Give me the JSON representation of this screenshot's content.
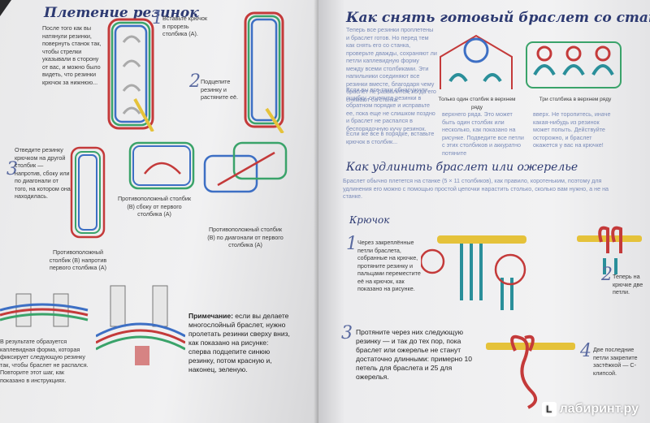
{
  "left_page": {
    "title": "Плетение резинок",
    "intro": "После того как вы натянули резинки, повернуть станок так, чтобы стрелки указывали в сторону от вас, и можно было видеть, что резинки крючок за нижнюю...",
    "step1_number": "1",
    "step1_text": "Вставьте крючок в прорезь столбика (А).",
    "step2_number": "2",
    "step2_text": "Подцепите резинку и растяните её.",
    "step3_number": "3",
    "step3_text": "Отведите резинку крючком на другой столбик — напротив, сбоку или по диагонали от того, на котором она находилась.",
    "label_opposite": "Противоположный столбик (В) напротив первого столбика (А)",
    "label_side": "Противоположный столбик (В) сбоку от первого столбика (А)",
    "label_diagonal": "Противоположный столбик (В) по диагонали от первого столбика (А)",
    "result_text": "В результате образуется каплевидная форма, которая фиксирует следующую резинку так, чтобы браслет не распался. Повторите этот шаг, как показано в инструкциях.",
    "note_label": "Примечание:",
    "note_text": "если вы делаете многослойный браслет, нужно пролетать резинки сверху вниз, как показано на рисунке: сперва подцепите синюю резинку, потом красную и, наконец, зеленую."
  },
  "right_page": {
    "title": "Как снять готовый браслет со станка",
    "text1": "Теперь все резинки проплетены и браслет готов. Но перед тем как снять его со станка, проверьте дважды, сохраняют ли петли каплевидную форму между всеми столбиками. Эти напильники соединяют все резинки вместе, благодаря чему браслет не развалится, когда его снимают со станка.",
    "text2": "Если вы все-таки обнаружили ошибку, отцепите резинки в обратном порядке и исправьте ее, пока еще не слишком поздно и браслет не распался в беспорядочную кучу резинок.",
    "text3": "Если же все в порядке, вставьте крючок в столбик...",
    "caption_one": "Только один столбик в верхнем ряду",
    "caption_three": "Три столбика в верхнем ряду",
    "mid_text_left": "верхнего ряда. Это может быть один столбик или несколько, как показано на рисунке. Подведите все петли с этих столбиков и аккуратно потяните",
    "mid_text_right": "вверх. Не торопитесь, иначе какая-нибудь из резинок может попыть. Действуйте осторожно, и браслет окажется у вас на крючке!",
    "subtitle": "Как удлинить браслет или ожерелье",
    "intro2": "Браслет обычно плетется на станке (5 × 11 столбиков), как правило, коротеньким, поэтому для удлинения его можно с помощью простой цепочки нарастить столько, сколько вам нужно, а не на станке.",
    "hook_heading": "Крючок",
    "h_step1_number": "1",
    "h_step1_text": "Через закреплённые петли браслета, собранные на крючке, протяните резинку и пальцами переместите её на крючок, как показано на рисунке.",
    "h_step2_number": "2",
    "h_step2_text": "Теперь на крючке две петли.",
    "h_step3_number": "3",
    "h_step3_text": "Протяните через них следующую резинку — и так до тех пор, пока браслет или ожерелье не станут достаточно длинными: примерно 10 петель для браслета и 25 для ожерелья.",
    "h_step4_number": "4",
    "h_step4_text": "Две последние петли закрепите застёжкой — С-клипсой."
  },
  "watermark": "лабиринт.ру",
  "watermark_logo": "L",
  "colors": {
    "title": "#2d3a72",
    "red": "#c43a3a",
    "blue": "#3d6fc4",
    "green": "#3aa36a",
    "yellow": "#e5c23a",
    "teal": "#2a8f9a"
  }
}
